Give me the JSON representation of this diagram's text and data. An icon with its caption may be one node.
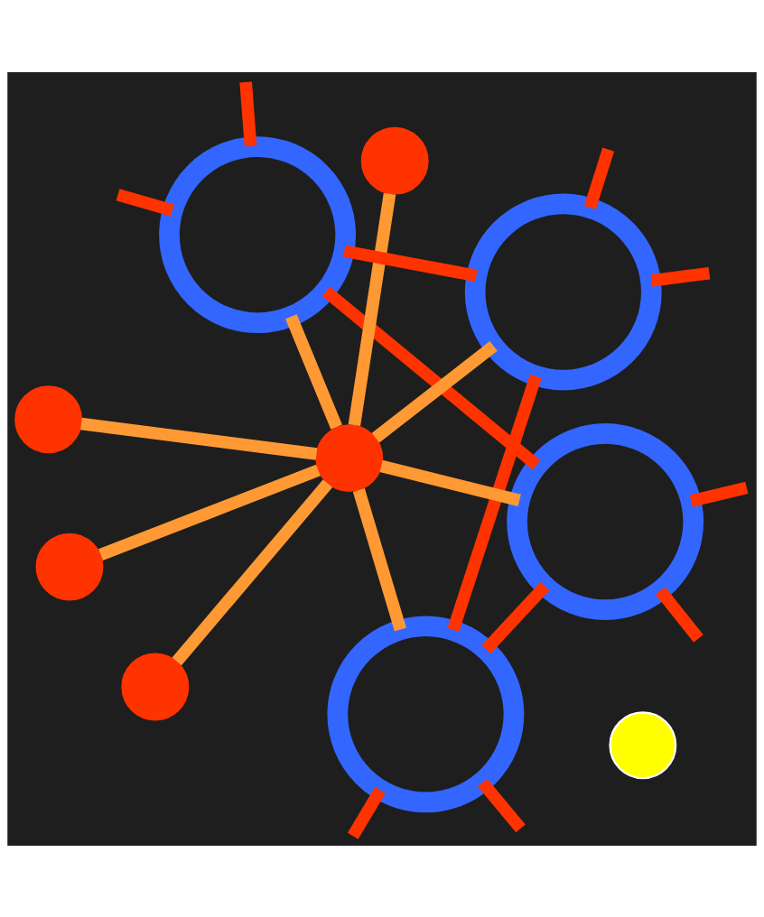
{
  "diagram": {
    "nodes": [
      {
        "text": [],
        "shape": "circle"
      },
      {
        "text": [],
        "shape": "ring"
      },
      {
        "text": [],
        "shape": "ring"
      },
      {
        "text": [],
        "shape": "circle"
      },
      {
        "text": [],
        "shape": "circle"
      },
      {
        "text": [],
        "shape": "circle"
      },
      {
        "text": [],
        "shape": "circle"
      },
      {
        "text": [],
        "shape": "ring"
      },
      {
        "text": [],
        "shape": "ring"
      },
      {
        "text": [],
        "shape": "circle"
      }
    ],
    "edges": [
      {
        "from": null,
        "to": 1,
        "arrow": "none"
      },
      {
        "from": null,
        "to": 2,
        "arrow": "none"
      },
      {
        "from": null,
        "to": 1,
        "arrow": "none"
      },
      {
        "from": 1,
        "to": 2,
        "arrow": "none"
      },
      {
        "from": 2,
        "to": null,
        "arrow": "none"
      },
      {
        "from": 1,
        "to": 7,
        "arrow": "none"
      },
      {
        "from": 2,
        "to": 8,
        "arrow": "none"
      },
      {
        "from": null,
        "to": 7,
        "arrow": "none"
      },
      {
        "from": 7,
        "to": 8,
        "arrow": "none"
      },
      {
        "from": 8,
        "to": null,
        "arrow": "none"
      },
      {
        "from": 7,
        "to": null,
        "arrow": "none"
      },
      {
        "from": 8,
        "to": null,
        "arrow": "none"
      },
      {
        "from": 5,
        "to": 0,
        "arrow": "none",
        "color": "#ff9933"
      },
      {
        "from": 5,
        "to": 1,
        "arrow": "none",
        "color": "#ff9933"
      },
      {
        "from": 5,
        "to": 2,
        "arrow": "none",
        "color": "#ff9933"
      },
      {
        "from": 5,
        "to": 3,
        "arrow": "none",
        "color": "#ff9933"
      },
      {
        "from": 5,
        "to": 6,
        "arrow": "none",
        "color": "#ff9933"
      },
      {
        "from": 5,
        "to": 7,
        "arrow": "none",
        "color": "#ff9933"
      },
      {
        "from": 5,
        "to": 8,
        "arrow": "none",
        "color": "#ff9933"
      },
      {
        "from": 5,
        "to": 9,
        "arrow": "none",
        "color": "#ff9933"
      }
    ]
  }
}
